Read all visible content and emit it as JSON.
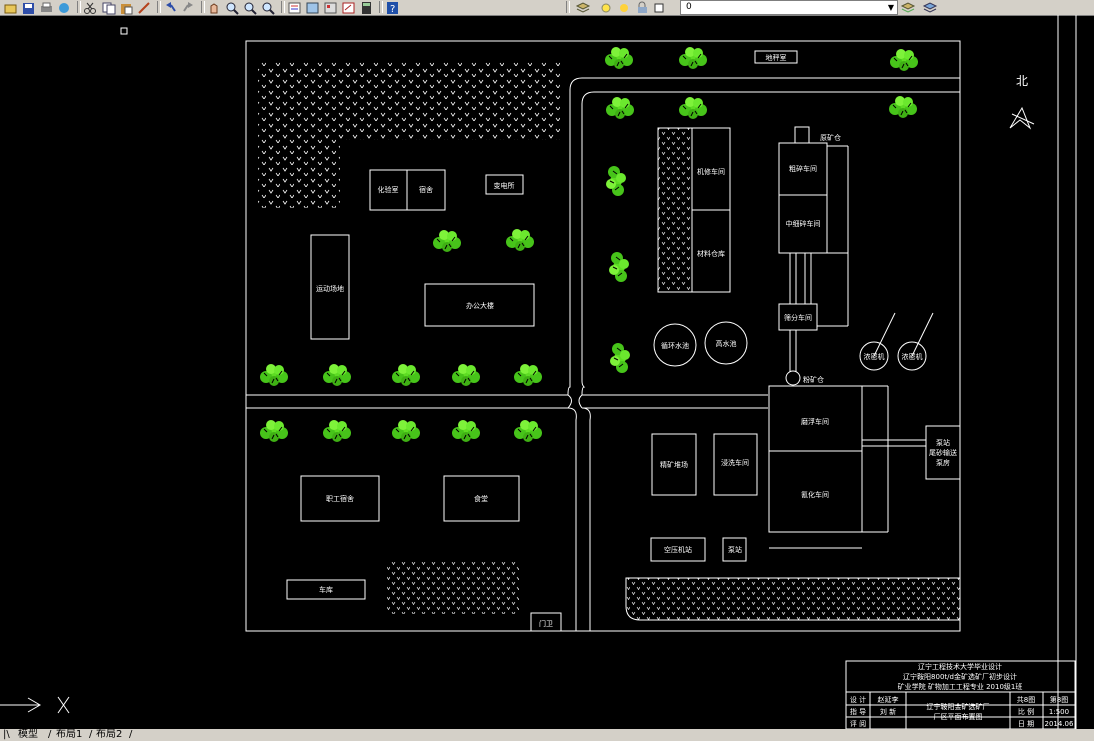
{
  "toolbar": {
    "layer_value": "0",
    "icons": [
      "open-icon",
      "save-icon",
      "print-icon",
      "preview-icon",
      "cut-icon",
      "copy-icon",
      "paste-icon",
      "matchprop-icon",
      "undo-icon",
      "redo-icon",
      "pan-icon",
      "zoom-realtime-icon",
      "zoom-window-icon",
      "zoom-previous-icon",
      "properties-icon",
      "designcenter-icon",
      "toolpalette-icon",
      "markup-icon",
      "calculator-icon",
      "help-icon",
      "layer-manager-icon",
      "layer-state-icon"
    ]
  },
  "compass": {
    "label": "北"
  },
  "site": {
    "top_gate_label": "地秤室",
    "buildings": {
      "lab": "化验室",
      "dorm_small": "宿舍",
      "substation": "变电所",
      "sports_field": "运动场地",
      "office": "办公大楼",
      "repair": "机修车间",
      "materials": "材料仓库",
      "ore_bin": "原矿仓",
      "coarse_crush": "粗碎车间",
      "mid_crush": "中细碎车间",
      "screening": "筛分车间",
      "circ_pool": "循环水池",
      "high_pool": "高水池",
      "thickener_1": "浓密机",
      "thickener_2": "浓密机",
      "fine_bin": "粉矿仓",
      "grinding": "磨浮车间",
      "cyanide": "氰化车间",
      "concentrate_yard": "精矿堆场",
      "leaching": "浸洗车间",
      "tailings_pump_1": "泵站",
      "tailings_pump_2": "尾砂输送",
      "tailings_pump_3": "泵房",
      "air_compressor": "空压机站",
      "pump_station": "泵站",
      "staff_dorm": "职工宿舍",
      "canteen": "食堂",
      "garage": "车库",
      "guard": "门卫"
    }
  },
  "title_block": {
    "line1": "辽宁工程技术大学毕业设计",
    "line2": "辽宁鞍阳800t/d金矿选矿厂初步设计",
    "line3": "矿业学院  矿物加工工程专业  2010级1班",
    "rows": [
      {
        "role": "设  计",
        "name": "赵延李"
      },
      {
        "role": "指  导",
        "name": "刘  新"
      },
      {
        "role": "评  阅",
        "name": ""
      }
    ],
    "drawing_title_1": "辽宁鞍阳金矿选矿厂",
    "drawing_title_2": "厂区平面布置图",
    "sheet_total": "共8图",
    "sheet_no": "第8图",
    "scale_label": "比  例",
    "scale_value": "1:500",
    "date_label": "日  期",
    "date_value": "2014.06"
  },
  "ucs_icon": "ucs-icon",
  "tabs": [
    {
      "label": "模型"
    },
    {
      "label": "布局1"
    },
    {
      "label": "布局2"
    }
  ]
}
